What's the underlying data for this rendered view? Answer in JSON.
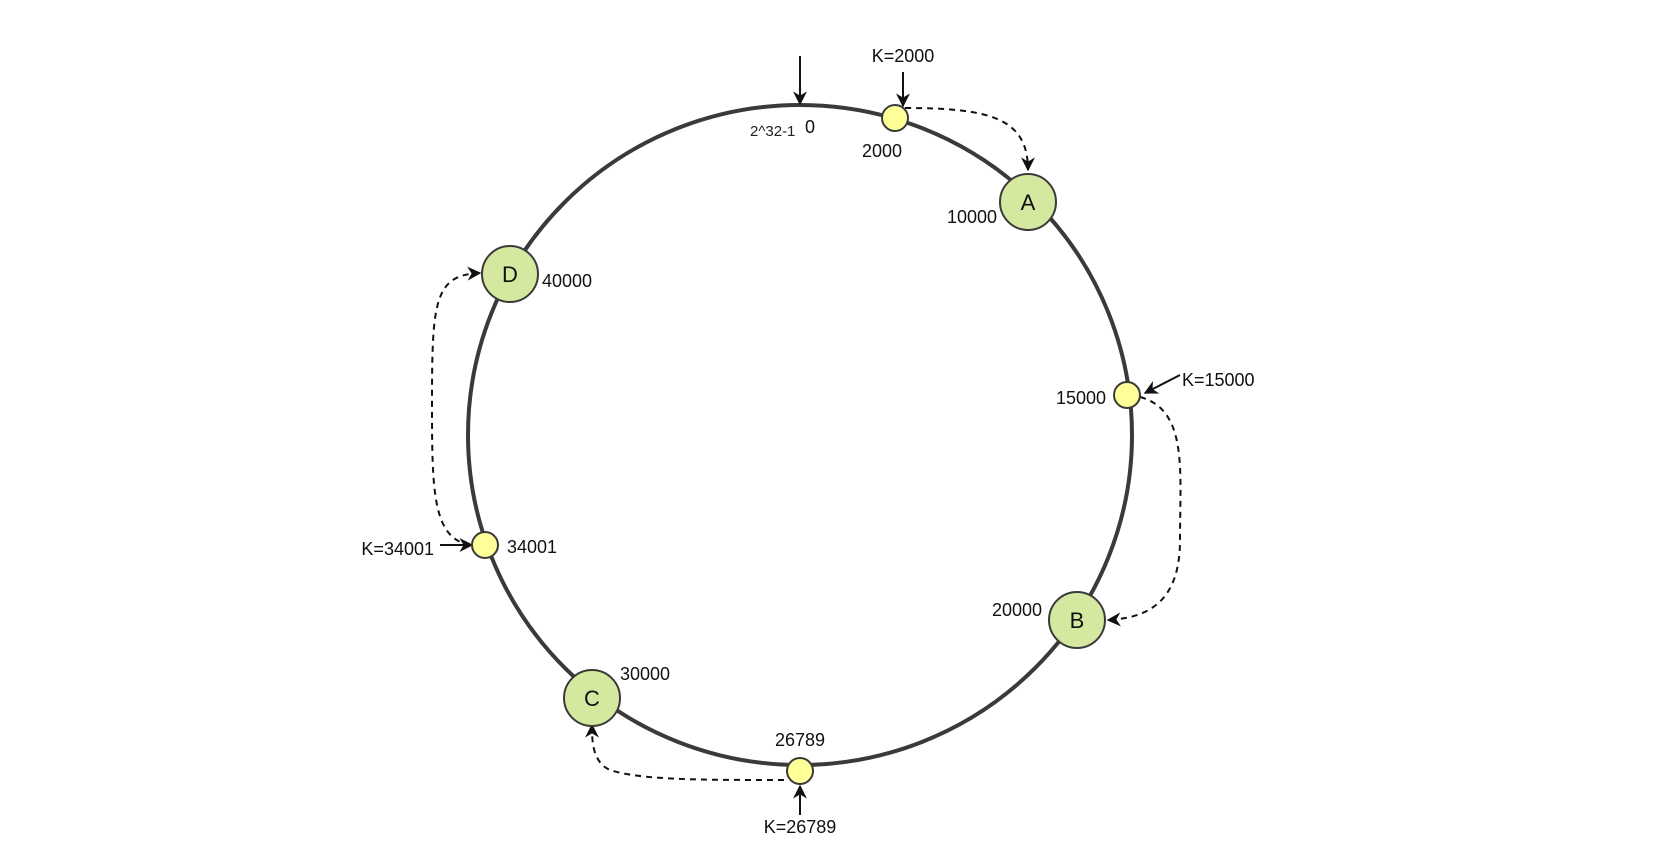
{
  "diagram": {
    "ring": {
      "origin_label": "0",
      "max_label": "2^32-1"
    },
    "nodes": [
      {
        "id": "A",
        "letter": "A",
        "position_label": "10000"
      },
      {
        "id": "B",
        "letter": "B",
        "position_label": "20000"
      },
      {
        "id": "C",
        "letter": "C",
        "position_label": "30000"
      },
      {
        "id": "D",
        "letter": "D",
        "position_label": "40000"
      }
    ],
    "keys": [
      {
        "id": "k2000",
        "key_label": "K=2000",
        "position_label": "2000",
        "maps_to": "A"
      },
      {
        "id": "k15000",
        "key_label": "K=15000",
        "position_label": "15000",
        "maps_to": "B"
      },
      {
        "id": "k26789",
        "key_label": "K=26789",
        "position_label": "26789",
        "maps_to": "C"
      },
      {
        "id": "k34001",
        "key_label": "K=34001",
        "position_label": "34001",
        "maps_to": "D"
      }
    ],
    "colors": {
      "ring": "#3a3a3a",
      "node_fill": "#d5e8a0",
      "node_stroke": "#3a3a3a",
      "key_fill": "#ffff99",
      "key_stroke": "#3a3a3a",
      "arrow": "#111111"
    }
  }
}
